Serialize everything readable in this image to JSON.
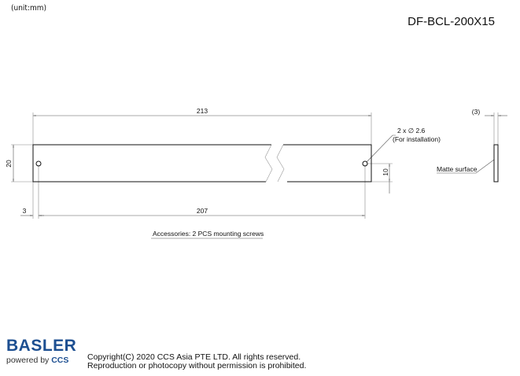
{
  "unit_label": "(unit:mm)",
  "model": "DF-BCL-200X15",
  "dimensions": {
    "length": "213",
    "height": "20",
    "hole_pitch": "207",
    "hole_offset": "3",
    "hole_center_height": "10",
    "thickness": "(3)"
  },
  "annotations": {
    "holes": "2 x ∅ 2.6",
    "holes_note": "(For installation)",
    "matte": "Matte surface",
    "accessories": "Accessories: 2 PCS mounting screws"
  },
  "logo": {
    "brand": "BASLER",
    "powered": "powered by",
    "partner": "CCS"
  },
  "copyright": [
    "Copyright(C) 2020 CCS Asia PTE LTD. All rights reserved.",
    "Reproduction or photocopy without permission is prohibited."
  ]
}
